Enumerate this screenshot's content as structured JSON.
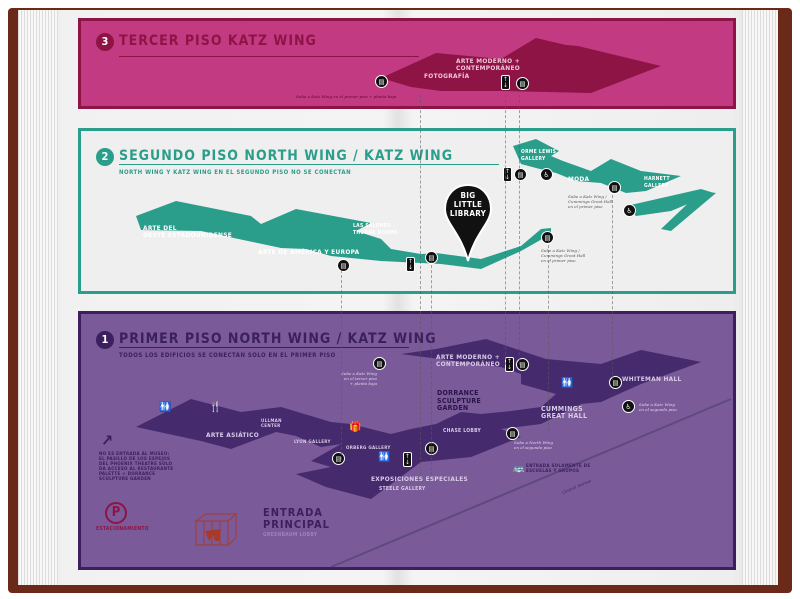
{
  "colors": {
    "floor3": "#c23a82",
    "floor3_dark": "#8d1445",
    "floor2": "#2a9e8a",
    "floor1": "#7a5a98",
    "floor1_dark": "#3b1f5f",
    "pin": "#111111",
    "parking": "#8d1445"
  },
  "floor3": {
    "number": "3",
    "title": "TERCER PISO KATZ WING",
    "rooms": {
      "modern": "ARTE MODERNO +\nCONTEMPORÁNEO",
      "photo": "FOTOGRAFÍA"
    },
    "note": "Sube a Katz Wing en el primer piso + planta baja"
  },
  "floor2": {
    "number": "2",
    "title": "SEGUNDO PISO NORTH WING / KATZ WING",
    "subtitle": "NORTH WING Y KATZ WING EN EL SEGUNDO PISO NO SE CONECTAN",
    "rooms": {
      "west": "ARTE DEL\nOESTE ESTADOUNIDENSE",
      "america": "ARTE DE AMÉRICA Y EUROPA",
      "thorne": "LAS SALONES\nTHORNE ROOMS",
      "orme": "ORME LEWIS\nGALLERY",
      "moda": "MODA",
      "harnett": "HARNETT\nGALLERY"
    },
    "pin": "BIG\nLITTLE\nLIBRARY",
    "note_upper": "Sube a Katz Wing /\nCummings Great Hall\nen el primer piso",
    "note_lower": "Sube a Katz Wing /\nCummings Great Hall\nen el primer piso"
  },
  "floor1": {
    "number": "1",
    "title": "PRIMER PISO NORTH WING / KATZ WING",
    "subtitle": "TODOS LOS EDIFICIOS SE CONECTAN SOLO EN EL PRIMER PISO",
    "rooms": {
      "modern": "ARTE MODERNO +\nCONTEMPORÁNEO",
      "dorrance": "DORRANCE\nSCULPTURE\nGARDEN",
      "whiteman": "WHITEMAN HALL",
      "cummings": "CUMMINGS\nGREAT HALL",
      "chase": "CHASE LOBBY",
      "asian": "ARTE ASIÁTICO",
      "ullman": "ULLMAN\nCENTER",
      "lyon": "LYON GALLERY",
      "orberg": "ORBERG GALLERY",
      "special": "EXPOSICIONES ESPECIALES",
      "steele": "STEELE GALLERY"
    },
    "entrance": "ENTRADA\nPRINCIPAL",
    "entrance_sub": "GREENBAUM LOBBY",
    "parking": "ESTACIONAMIENTO",
    "parking_symbol": "P",
    "no_entry": "NO ES ENTRADA AL MUSEO:\nEL PASILLO DE LOS ESPEJOS\nDEL PHOENIX THEATRE SOLO\nDA ACCESO AL RESTAURANTE\nPALETTE + DORRANCE\nSCULPTURE GARDEN",
    "groups": "ENTRADA SOLAMENTE DE\nESCUELAS Y GRUPOS",
    "street": "Central Avenue",
    "note_katz3": "Sube a Katz Wing\nen el tercer piso\n+ planta baja",
    "note_north2": "Sube a North Wing\nen el segundo piso",
    "note_katz2": "Sube a Katz Wing\nen el segundo piso"
  }
}
